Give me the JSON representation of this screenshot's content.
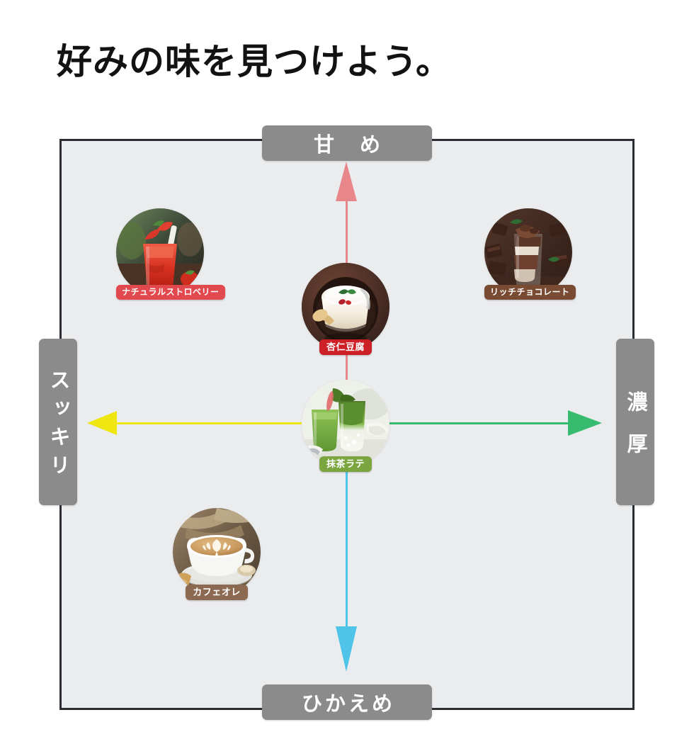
{
  "page": {
    "title": "好みの味を見つけよう。",
    "background_color": "#ffffff"
  },
  "chart_data": {
    "type": "scatter",
    "title": "好みの味を見つけよう。",
    "xlabel": "",
    "ylabel": "",
    "grid": false,
    "legend_position": "none",
    "axes": {
      "top_label": "甘 め",
      "bottom_label": "ひかえめ",
      "left_label": "スッキリ",
      "right_label": "濃厚",
      "x_axis_meaning": "スッキリ (refreshing) ←→ 濃厚 (rich)",
      "y_axis_meaning": "ひかえめ (light sweetness) ←→ 甘め (sweet)",
      "xlim": [
        -1,
        1
      ],
      "ylim": [
        -1,
        1
      ]
    },
    "axis_colors": {
      "up_arrow": "#e8878a",
      "down_arrow": "#4fc3e8",
      "left_arrow": "#efe511",
      "right_arrow": "#37bb6e",
      "label_chip": "#8b8b8b",
      "plot_background": "#ebecee",
      "plot_border": "#2b2e33"
    },
    "points": [
      {
        "label": "ナチュラルストロベリー",
        "x": -0.62,
        "y": 0.56,
        "badge_color": "#e2494f",
        "image": "strawberry-smoothie-photo"
      },
      {
        "label": "リッチチョコレート",
        "x": 0.64,
        "y": 0.56,
        "badge_color": "#7a4b33",
        "image": "chocolate-drink-photo"
      },
      {
        "label": "杏仁豆腐",
        "x": 0.0,
        "y": 0.33,
        "badge_color": "#cc2026",
        "image": "annin-tofu-photo"
      },
      {
        "label": "抹茶ラテ",
        "x": 0.0,
        "y": 0.0,
        "badge_color": "#7ba53f",
        "image": "matcha-latte-photo"
      },
      {
        "label": "カフェオレ",
        "x": -0.45,
        "y": -0.45,
        "badge_color": "#8c6a51",
        "image": "cafe-au-lait-photo"
      }
    ]
  }
}
